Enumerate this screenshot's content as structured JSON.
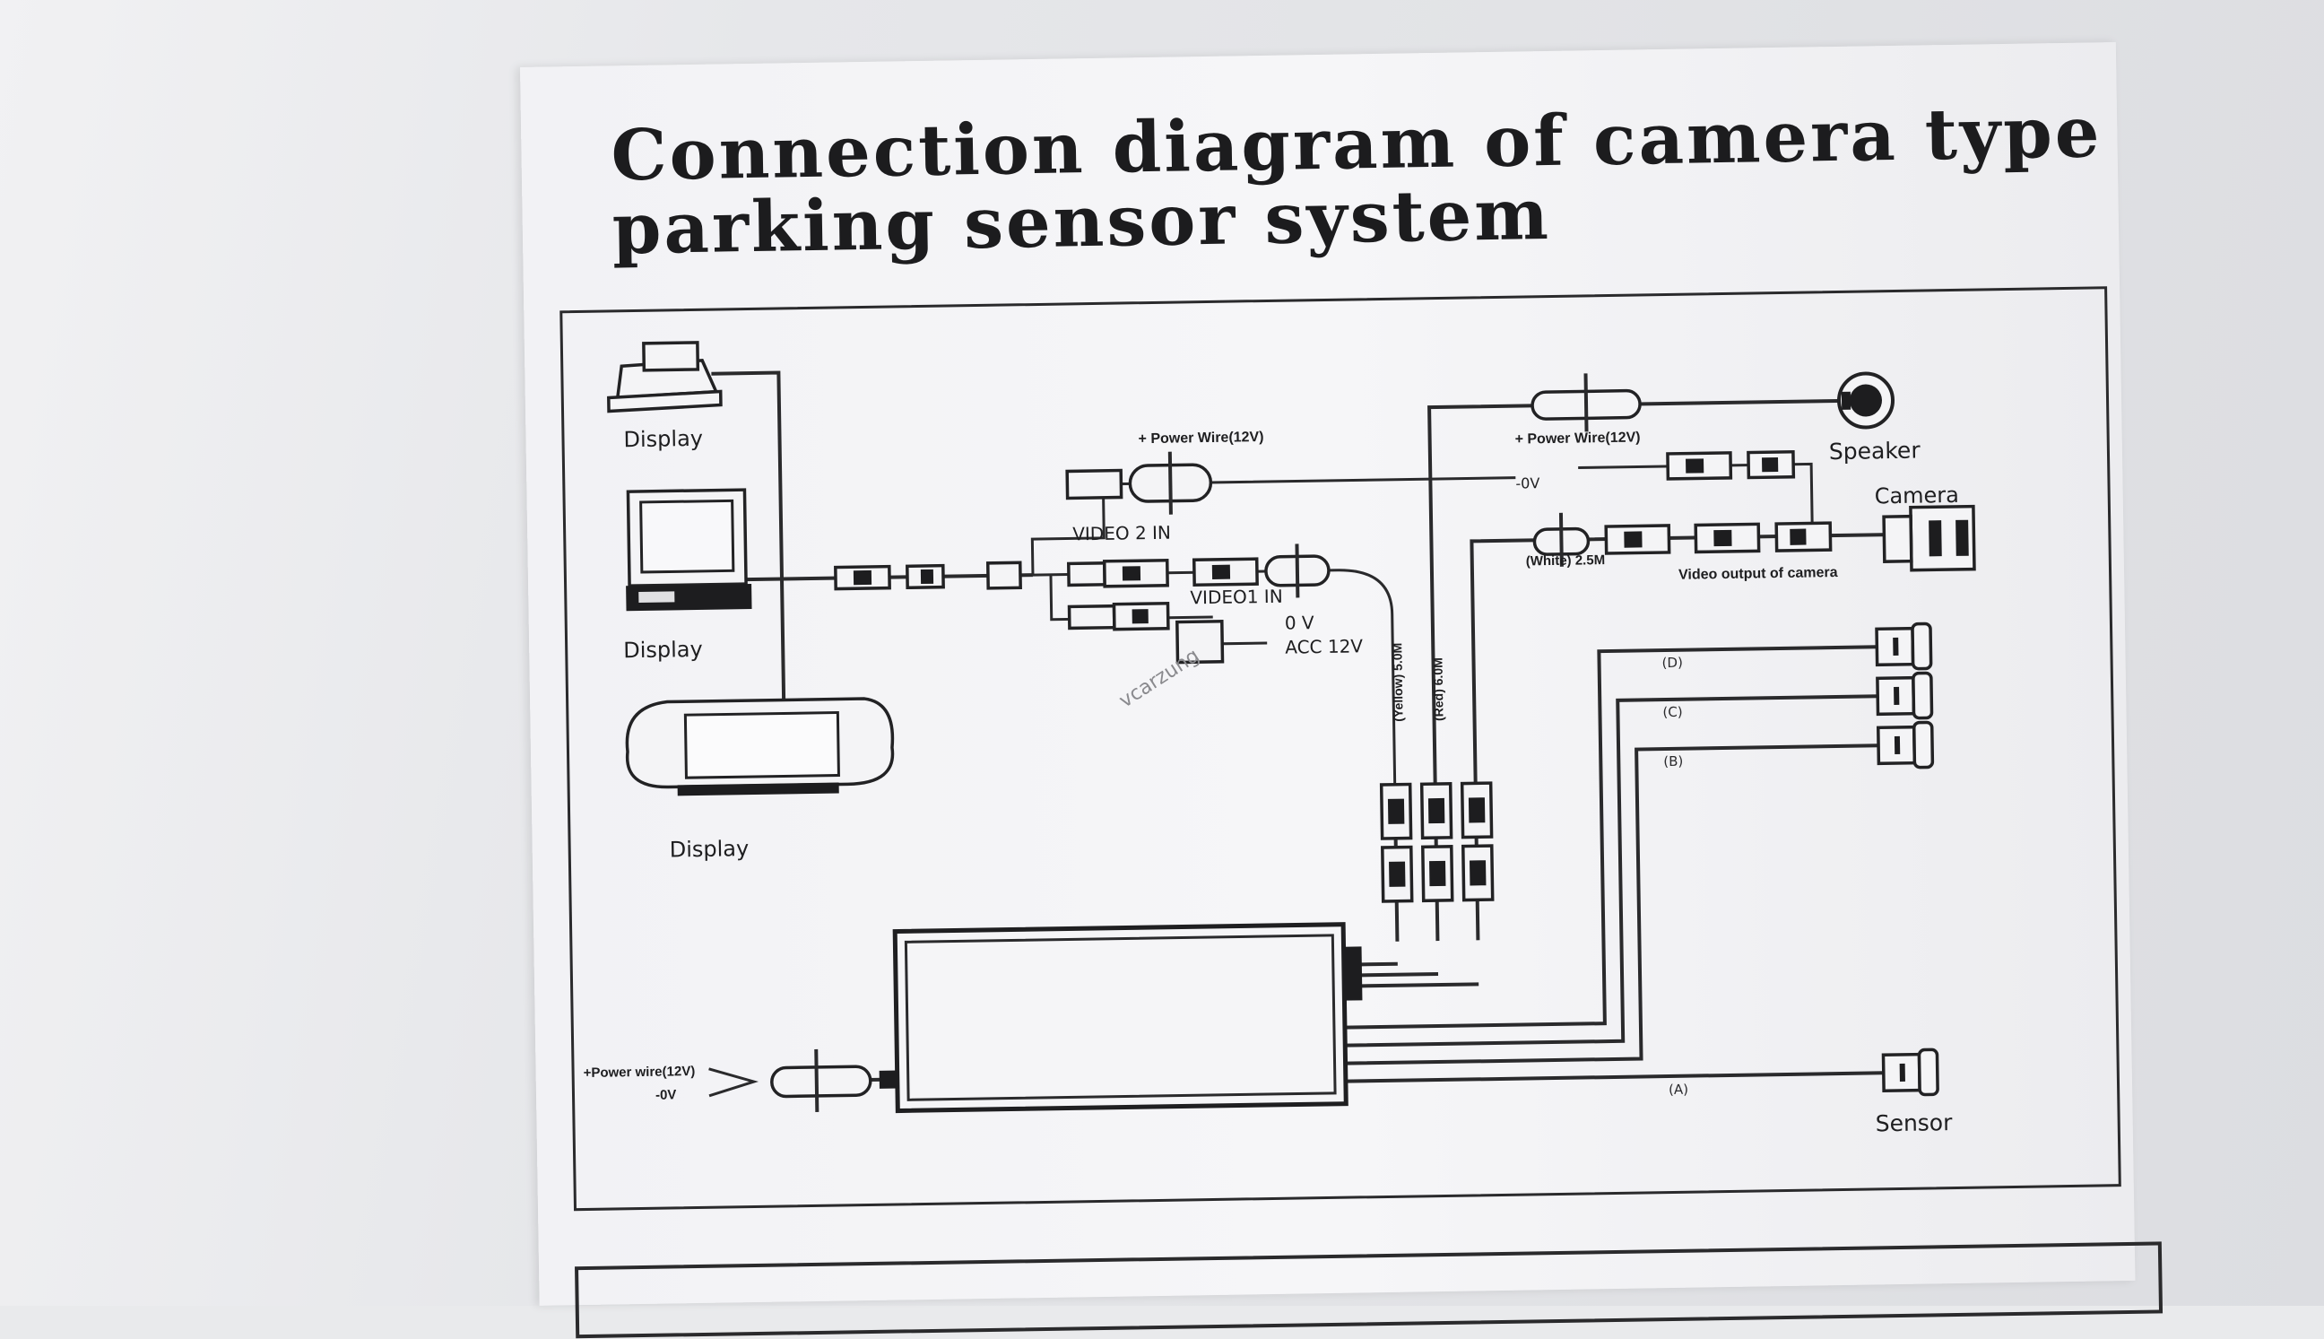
{
  "title": {
    "line1": "Connection diagram of camera type",
    "line2": "parking sensor system"
  },
  "labels": {
    "display_top": "Display",
    "display_mid": "Display",
    "display_bottom": "Display",
    "power_wire_top": "+ Power Wire(12V)",
    "video2_in": "VIDEO 2 IN",
    "video1_in": "VIDEO1 IN",
    "zero_v": "0 V",
    "acc_12v": "ACC 12V",
    "cable_yellow": "(Yellow) 5.0M",
    "cable_red": "(Red) 6.0M",
    "speaker": "Speaker",
    "camera": "Camera",
    "power_wire_camera": "+ Power Wire(12V)",
    "minus_0v_camera": "-0V",
    "cable_white": "(White) 2.5M",
    "video_output": "Video output of camera",
    "sensor_d": "(D)",
    "sensor_c": "(C)",
    "sensor_b": "(B)",
    "sensor_a": "(A)",
    "sensor": "Sensor",
    "power_wire_box": "+Power wire(12V)",
    "minus_0v_box": "-0V",
    "watermark": "vcarzung"
  }
}
